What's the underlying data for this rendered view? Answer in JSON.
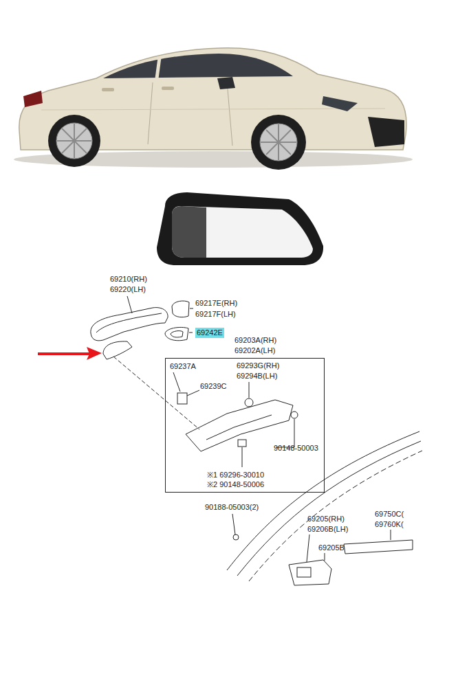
{
  "diagram": {
    "nodes": [
      {
        "text": [
          "69203A(RH) 69202A(LH)",
          "69237A",
          "69293G(RH)",
          "69294B(LH)",
          "69239C",
          "90148-50003",
          "※1 69296-30010",
          "※2 90148-50006"
        ]
      }
    ],
    "labels": [
      "69210(RH)",
      "69220(LH)",
      "69217E(RH)",
      "69217F(LH)",
      "69242E",
      "90188-05003(2)",
      "69205(RH)",
      "69206B(LH)",
      "69205B",
      "69750C(",
      "69760K("
    ]
  }
}
